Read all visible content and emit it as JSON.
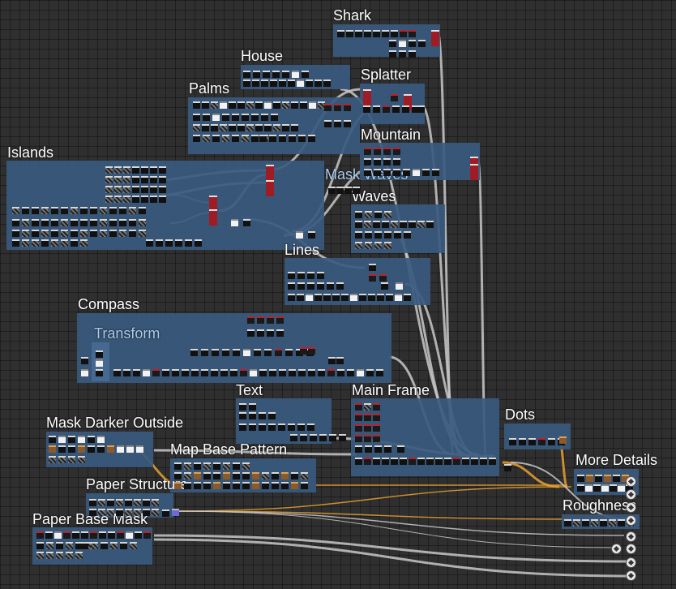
{
  "graph": {
    "frames": [
      {
        "id": "shark",
        "label": "Shark"
      },
      {
        "id": "house",
        "label": "House"
      },
      {
        "id": "palms",
        "label": "Palms"
      },
      {
        "id": "splatter",
        "label": "Splatter"
      },
      {
        "id": "islands",
        "label": "Islands"
      },
      {
        "id": "mountain",
        "label": "Mountain"
      },
      {
        "id": "mask-waves",
        "label": "Mask Waves"
      },
      {
        "id": "waves",
        "label": "Waves"
      },
      {
        "id": "lines",
        "label": "Lines"
      },
      {
        "id": "compass",
        "label": "Compass"
      },
      {
        "id": "transform",
        "label": "Transform"
      },
      {
        "id": "text",
        "label": "Text"
      },
      {
        "id": "main-frame",
        "label": "Main Frame"
      },
      {
        "id": "dots",
        "label": "Dots"
      },
      {
        "id": "more-details",
        "label": "More Details"
      },
      {
        "id": "mask-darker-outside",
        "label": "Mask Darker Outside"
      },
      {
        "id": "map-base-pattern",
        "label": "Map Base Pattern"
      },
      {
        "id": "paper-structure",
        "label": "Paper Structure"
      },
      {
        "id": "roughness",
        "label": "Roughness"
      },
      {
        "id": "paper-base-mask",
        "label": "Paper Base Mask"
      }
    ]
  },
  "colors": {
    "background": "#2f2f2f",
    "frame": "#3a5a7e",
    "wire": "#c8c8c8",
    "wire_orange": "#e8a030",
    "node_red": "#c0202a"
  }
}
